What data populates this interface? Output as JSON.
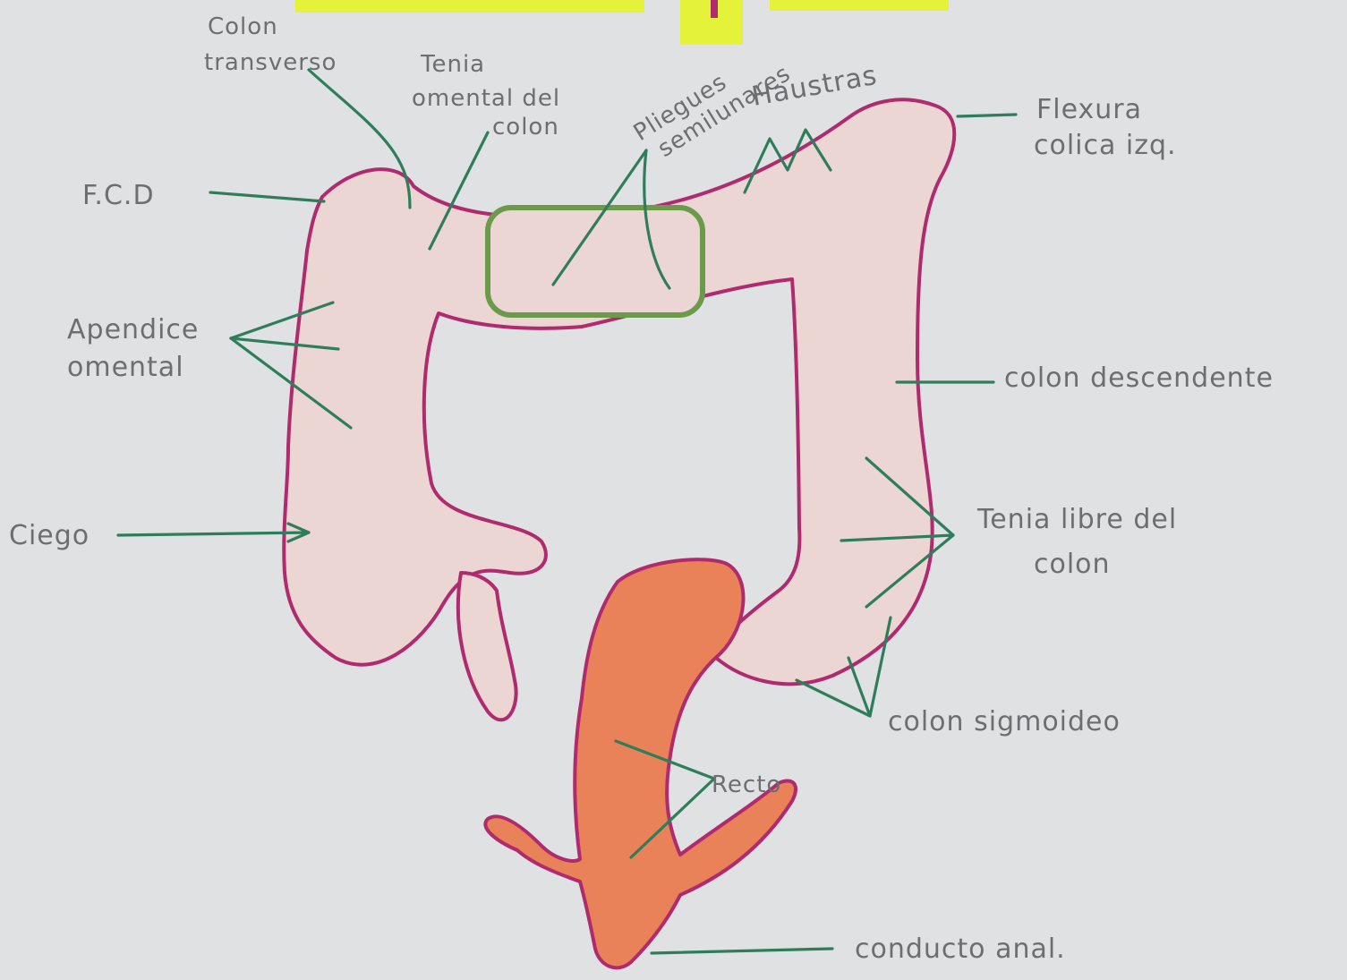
{
  "colors": {
    "paper": "#dfe1e3",
    "colon_fill": "#ecd6d4",
    "colon_outline": "#b02b6e",
    "rectum_fill": "#e98258",
    "leader_line": "#2e7d5b",
    "omentum_band": "#6a9a4a",
    "label_ink": "#6e6e72",
    "highlight": "#e4f23a"
  },
  "labels": {
    "colon_transverso_1": "Colon",
    "colon_transverso_2": "transverso",
    "tenia_omental_1": "Tenia",
    "tenia_omental_2": "omental del",
    "tenia_omental_3": "colon",
    "pliegues_1": "Pliegues",
    "pliegues_2": "semilunares",
    "haustras": "Haustras",
    "flexura_1": "Flexura",
    "flexura_2": "colica izq.",
    "fcd": "F.C.D",
    "apendice_1": "Apendice",
    "apendice_2": "omental",
    "colon_descendente": "colon descendente",
    "ciego": "Ciego",
    "tenia_libre_1": "Tenia libre del",
    "tenia_libre_2": "colon",
    "colon_sigmoideo": "colon sigmoideo",
    "recto": "Recto",
    "conducto_anal": "conducto anal."
  }
}
